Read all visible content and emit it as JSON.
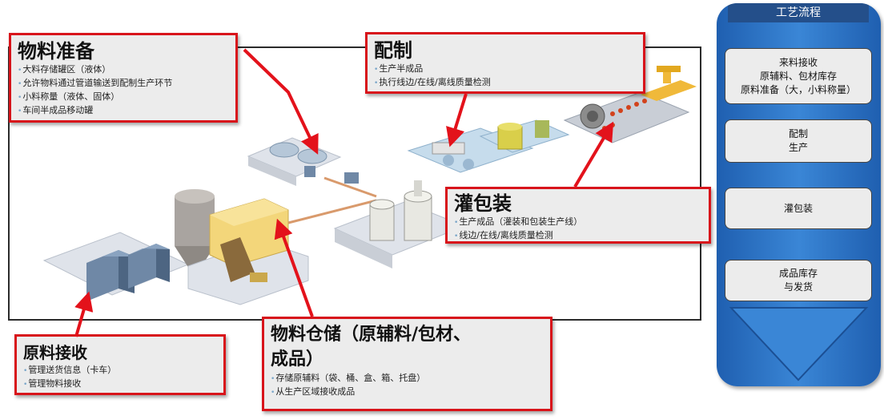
{
  "callouts": {
    "materials_prep": {
      "title": "物料准备",
      "items": [
        "大料存储罐区（液体）",
        "允许物料通过管道输送到配制生产环节",
        "小料称量（液体、固体）",
        "车间半成品移动罐"
      ]
    },
    "compounding": {
      "title": "配制",
      "items": [
        "生产半成品",
        "执行线边/在线/离线质量检测"
      ]
    },
    "filling": {
      "title": "灌包装",
      "items": [
        "生产成品（灌装和包装生产线）",
        "线边/在线/离线质量检测"
      ]
    },
    "receiving": {
      "title": "原料接收",
      "items": [
        "管理送货信息（卡车）",
        "管理物料接收"
      ]
    },
    "storage": {
      "title_line1": "物料仓储（原辅料/包材、",
      "title_line2": "成品）",
      "items": [
        "存储原辅料（袋、桶、盒、箱、托盘）",
        "从生产区域接收成品"
      ]
    }
  },
  "flow": {
    "header": "工艺流程",
    "steps": [
      [
        "来料接收",
        "原辅料、包材库存",
        "原料准备（大，小料称量）"
      ],
      [
        "配制",
        "生产"
      ],
      [
        "灌包装"
      ],
      [
        "成品库存",
        "与发货"
      ]
    ]
  },
  "colors": {
    "callout_border": "#d8141b",
    "arrow": "#e3121b",
    "flow_blue": "#2f78c9",
    "floor": "#e4e8ee",
    "warehouse": "#f3d67a"
  }
}
